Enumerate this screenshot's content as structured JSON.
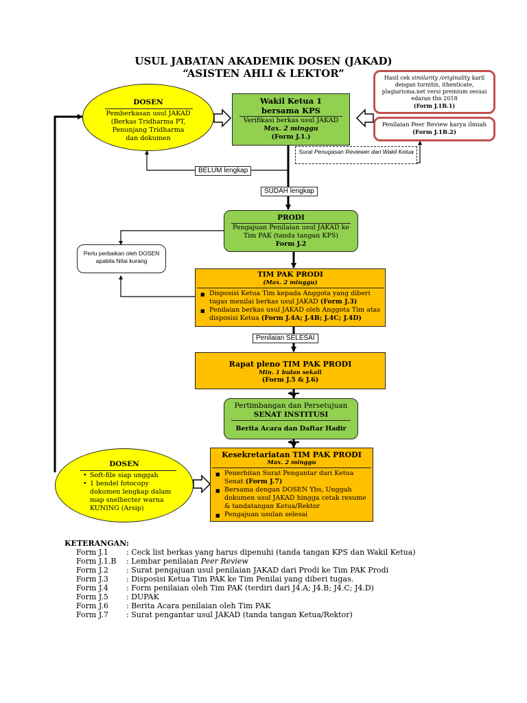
{
  "title_line1": "USUL JABATAN AKADEMIK DOSEN (JAKAD)",
  "title_line2": "“ASISTEN AHLI & LEKTOR”",
  "dosen_top": {
    "heading": "DOSEN",
    "lines": [
      "Pemberkasan usul JAKAD",
      "(Berkas Tridharma PT,",
      "Penunjang Tridharma",
      "dan dokumen"
    ]
  },
  "wakil": {
    "heading1": "Wakil Ketua 1",
    "heading2": "bersama KPS",
    "line1": "Verifikasi berkas usul JAKAD",
    "line2": "Max. 2 minggu",
    "line3": "(Form J.1.)"
  },
  "similarity": {
    "pre": "Hasil cek ",
    "em1": "similarity /originality",
    "post": " karil dengan turnitin, ithenticate, plagiarisma.net versi premium sesuai edaran thn 2018",
    "form": "(Form J.1B.1)"
  },
  "peer": {
    "line1": "Penilaian Peer Review karya ilmiah",
    "form": "(Form J.1B.2)"
  },
  "surat_reviewer": "Surat Penugasan Reviewer dari Wakil Ketua",
  "belum": "BELUM lengkap",
  "sudah": "SUDAH lengkap",
  "prodi": {
    "heading": "PRODI",
    "line1": "Pengajuan Penilaian usul JAKAD ke",
    "line2": "Tim PAK (tanda tangan KPS)",
    "form": "Form J.2"
  },
  "perbaikan": {
    "line1": "Perlu perbaikan oleh DOSEN",
    "line2": "apabila Nilai kurang"
  },
  "timpak": {
    "heading": "TIM PAK PRODI",
    "sub": "(Max. 2 minggu)",
    "b1_text": "Disposisi Ketua Tim kepada Anggota yang diberi tugas menilai berkas usul JAKAD ",
    "b1_form": "(Form J.3)",
    "b2_text": "Penilaian berkas usul JAKAD oleh Anggota Tim atas disposisi Ketua  ",
    "b2_form": "(Form J.4A; J.4B; J.4C; J.4D)"
  },
  "selesai": "Penilaian SELESAI",
  "rapat": {
    "heading": "Rapat pleno TIM PAK PRODI",
    "sub": "Min. 1 bulan sekali",
    "form": "(Form J.5 & J.6)"
  },
  "senat": {
    "line1": "Pertimbangan dan Persetujuan",
    "line2": "SENAT INSTITUSI",
    "line3": "Berita Acara dan Daftar Hadir"
  },
  "dosen_bottom": {
    "heading": "DOSEN",
    "items": [
      "Soft-file siap unggah",
      "1 bendel fotocopy dokumen lengkap dalam map snelhecter warna KUNING (Arsip)"
    ]
  },
  "sekretariat": {
    "heading": "Kesekretariatan TIM PAK PRODI",
    "sub": "Max. 2 minggu",
    "b1_text": "Penerbitan Surat Pengantar dari Ketua Senat ",
    "b1_form": "(Form J.7)",
    "b2_text": "Bersama dengan DOSEN Ybs, Unggah dokumen usul JAKAD hingga cetak resume & tandatangan Ketua/Rektor",
    "b3_text": "Pengajuan usulan selesai"
  },
  "keterangan": {
    "heading": "KETERANGAN:",
    "rows": [
      {
        "code": "Form J.1",
        "desc": ": Ceck list berkas yang harus dipenuhi (tanda tangan KPS dan Wakil Ketua)"
      },
      {
        "code": "Form J.1.B",
        "desc": ": Lembar penilaian ",
        "em": "Peer Review"
      },
      {
        "code": "Form J.2",
        "desc": ": Surat pengajuan usul penilaian JAKAD dari Prodi ke Tim PAK Prodi"
      },
      {
        "code": "Form J.3",
        "desc": ": Disposisi Ketua Tim PAK ke Tim Penilai yang diberi tugas."
      },
      {
        "code": "Form J.4",
        "desc": ": Form penilaian oleh Tim PAK (terdiri dari J4.A; J4.B; J4.C; J4.D)"
      },
      {
        "code": "Form J.5",
        "desc": ": DUPAK"
      },
      {
        "code": "Form J.6",
        "desc": ": Berita Acara penilaian oleh Tim PAK"
      },
      {
        "code": "Form J.7",
        "desc": ": Surat pengantar usul JAKAD (tanda tangan Ketua/Rektor)"
      }
    ]
  },
  "colors": {
    "green": "#92d050",
    "orange": "#ffc000",
    "yellow": "#ffff00",
    "red_border": "#c0504d"
  }
}
